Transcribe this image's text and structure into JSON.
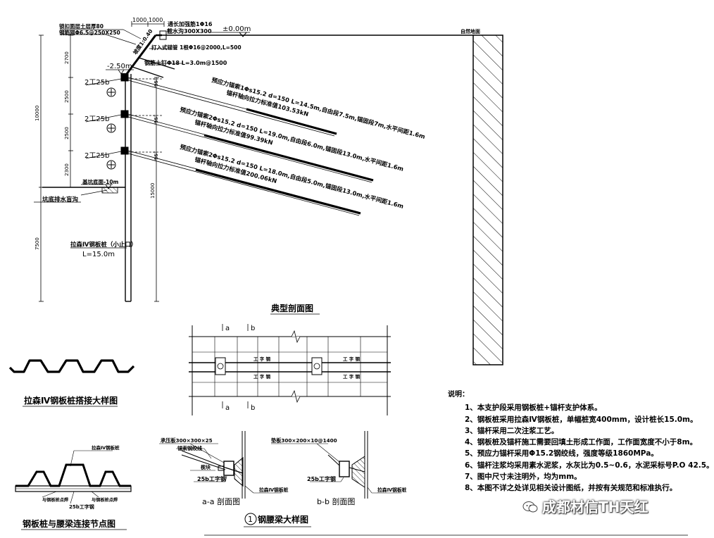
{
  "section": {
    "top_label_1000a": "1000",
    "top_label_1000b": "1000",
    "capbeam_label": "锁扣面层土层厚80",
    "mesh_label": "钢筋网Φ6.5@250X250",
    "slope_label": "坡度1:0.40",
    "add_bar_label": "通长加强筋1Φ16",
    "crown_beam_label": "截水沟300X300",
    "ground_level": "±0.00m",
    "natural_ground": "自然地面",
    "pile_top_label": "打入式锚管 1根Φ16@2000,L=500",
    "soil_nail_label": "钢筋土钉Φ18 L=3.0m@1500",
    "level_250": "-2.50m",
    "wale_1": "2工25b",
    "wale_2": "2工25b",
    "wale_3": "2工25b",
    "angle_1": "15°",
    "angle_2": "15°",
    "angle_3": "15°",
    "anchor_1a": "预应力锚索1Φs15.2 d=150 L=14.5m,自由段7.5m,锚固段7m,水平间距1.6m",
    "anchor_1b": "锚杆轴向拉力标准值103.53kN",
    "anchor_2a": "预应力锚索2Φs15.2 d=150 L=19.0m,自由段6.0m,锚固段13.0m,水平间距1.6m",
    "anchor_2b": "锚杆轴向拉力标准值99.39kN",
    "anchor_3a": "预应力锚索2Φs15.2 d=150 L=18.0m,自由段5.0m,锚固段13.0m,水平间距1.6m",
    "anchor_3b": "锚杆轴向拉力标准值200.06kN",
    "dim_2700": "2700",
    "dim_2500a": "2500",
    "dim_2500b": "2500",
    "dim_2300": "2300",
    "dim_10000": "10000",
    "dim_7500": "7500",
    "dim_15000": "15000",
    "pit_bottom_label": "基坑底面-10m",
    "drain_label": "坑底排水盲沟",
    "pile_label": "拉森Ⅳ钢板桩（小止口）",
    "pile_length": "L=15.0m",
    "title": "典型剖面图"
  },
  "sheet_pile_detail": {
    "title": "拉森Ⅳ钢板桩搭接大样图"
  },
  "connection_detail": {
    "title": "钢板桩与腰梁连接节点图",
    "label_pile": "拉森Ⅳ钢板桩",
    "label_left": "与钢板桩点焊",
    "label_right": "与钢板桩点焊",
    "label_beam": "25b工字钢"
  },
  "plan_detail": {
    "mark_a1": "a",
    "mark_b1": "b",
    "mark_a2": "a",
    "mark_b2": "b",
    "beam_label_1": "工 字 钢",
    "beam_label_2": "工 字 钢",
    "beam_label_3": "工 字 钢",
    "beam_label_4": "工 字 钢"
  },
  "aa_detail": {
    "plate_label": "承压板300×300×25",
    "strand_label": "锚索钢绞线",
    "wedge_label": "楔块",
    "beam_label": "25b工字钢",
    "pile_label": "拉森Ⅳ钢板桩",
    "title": "a-a 剖面图"
  },
  "bb_detail": {
    "plate_label": "垫板300×200×10@1400",
    "beam_label": "25b工字钢",
    "pile_label": "拉森Ⅳ钢板桩",
    "title": "b-b 剖面图"
  },
  "wale_detail": {
    "number": "1",
    "title": "钢腰梁大样图"
  },
  "notes": {
    "title": "说明：",
    "items": [
      "1、本支护段采用钢板桩+锚杆支护体系。",
      "2、钢板桩采用拉森Ⅳ钢板桩，单幅桩宽400mm，设计桩长15.0m。",
      "3、锚杆采用二次注浆工艺。",
      "4、钢板桩及锚杆施工需要回填土形成工作面，工作面宽度不小于8m。",
      "5、预应力锚杆采用Φ15.2钢绞线，强度等级1860MPa。",
      "6、锚杆注浆均采用素水泥浆，水灰比为0.5~0.6，水泥采标号P.O 42.5。",
      "7、图中尺寸未注明外，均为mm。",
      "8、本图不详之处详见相关设计图纸，并按有关规范和标准执行。"
    ]
  },
  "watermark": {
    "text": "成都材信TH天红"
  }
}
